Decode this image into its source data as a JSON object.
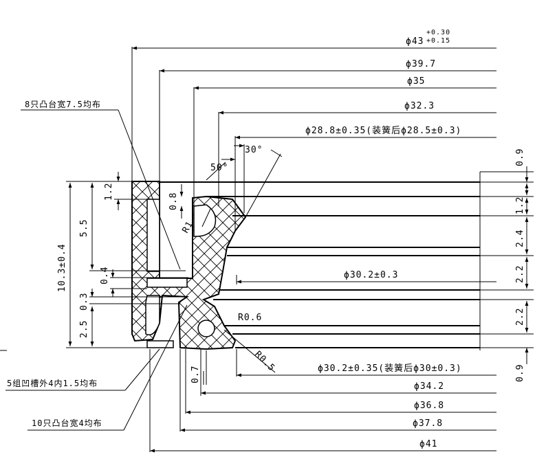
{
  "dimensions": {
    "d43": "ϕ43",
    "d43_tol_upper": "+0.30",
    "d43_tol_lower": "+0.15",
    "d39_7": "ϕ39.7",
    "d35": "ϕ35",
    "d32_3": "ϕ32.3",
    "d28_8": "ϕ28.8±0.35(装簧后ϕ28.5±0.3)",
    "d30_2_mid": "ϕ30.2±0.3",
    "d30_2_low": "ϕ30.2±0.35(装簧后ϕ30±0.3)",
    "d34_2": "ϕ34.2",
    "d36_8": "ϕ36.8",
    "d37_8": "ϕ37.8",
    "d41": "ϕ41"
  },
  "angles": {
    "a50": "50°",
    "a30": "30°"
  },
  "radii": {
    "r1": "R1",
    "r0_6": "R0.6",
    "r0_5": "R0.5"
  },
  "heights_left": {
    "h1_2": "1.2",
    "h5_5": "5.5",
    "h10_3": "10.3±0.4",
    "h0_4": "0.4",
    "h0_3": "0.3",
    "h2_5": "2.5",
    "h0_8": "0.8",
    "h0_7": "0.7"
  },
  "heights_right": {
    "r0_9_top": "0.9",
    "r1_2": "1.2",
    "r2_4": "2.4",
    "r2_2_a": "2.2",
    "r2_2_b": "2.2",
    "r0_9_bottom": "0.9"
  },
  "notes": {
    "bosses_8": "8只凸台宽7.5均布",
    "grooves_5": "5组凹槽外4内1.5均布",
    "bosses_10": "10只凸台宽4均布"
  }
}
